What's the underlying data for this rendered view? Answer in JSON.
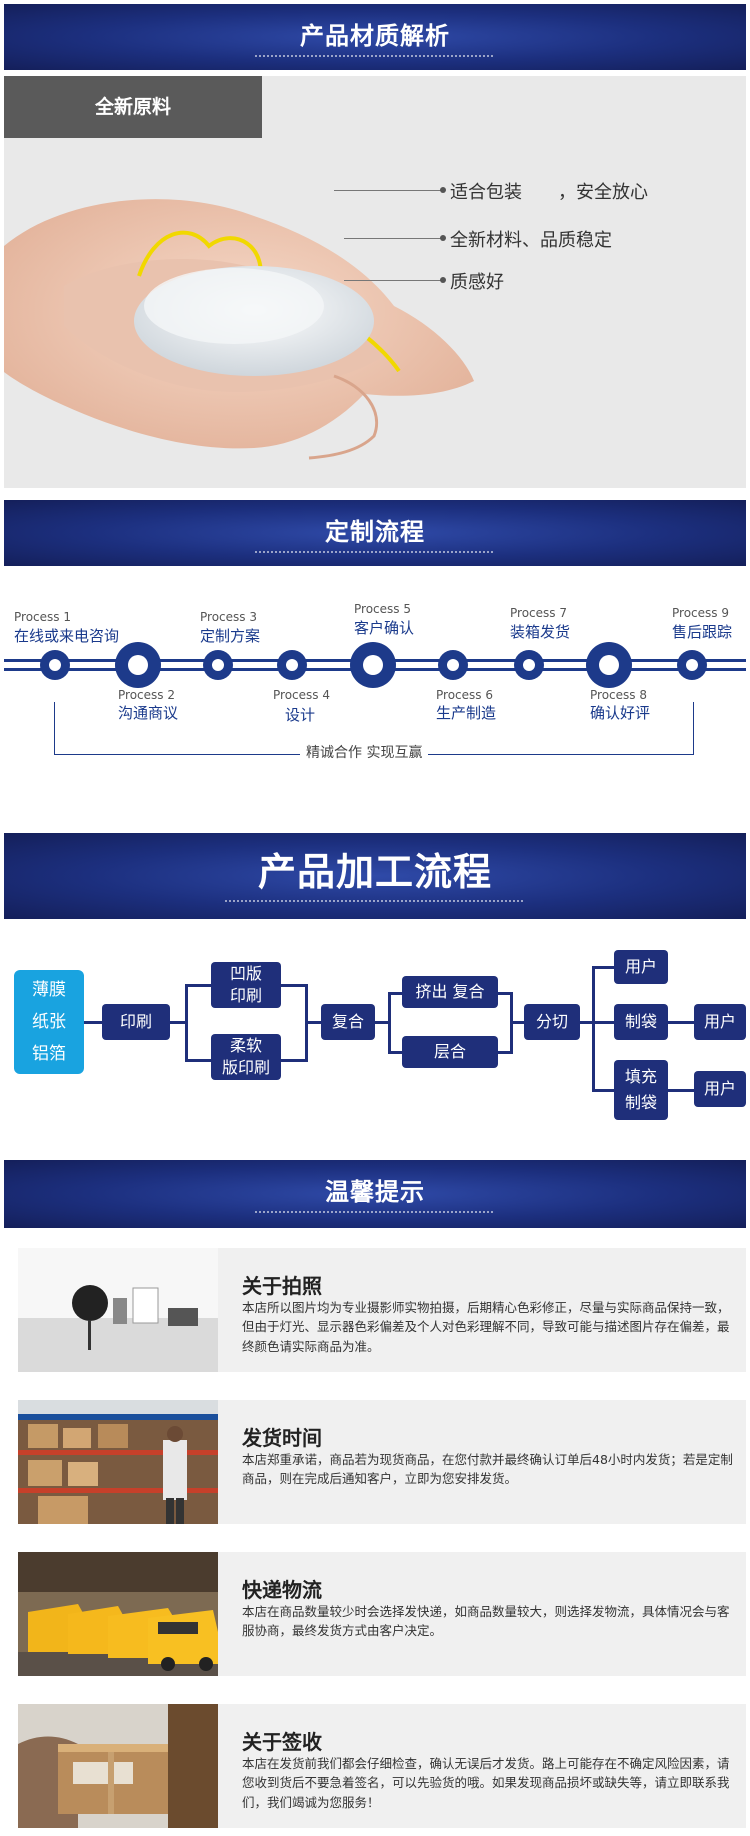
{
  "banners": {
    "material": "产品材质解析",
    "custom": "定制流程",
    "processing": "产品加工流程",
    "tips": "温馨提示"
  },
  "material": {
    "tag": "全新原料",
    "callouts": [
      "适合包装　　，安全放心",
      "全新材料、品质稳定",
      "质感好"
    ]
  },
  "custom_flow": {
    "steps": [
      {
        "num": "Process 1",
        "name": "在线或来电咨询"
      },
      {
        "num": "Process 2",
        "name": "沟通商议"
      },
      {
        "num": "Process 3",
        "name": "定制方案"
      },
      {
        "num": "Process 4",
        "name": "设计"
      },
      {
        "num": "Process 5",
        "name": "客户确认"
      },
      {
        "num": "Process 6",
        "name": "生产制造"
      },
      {
        "num": "Process 7",
        "name": "装箱发货"
      },
      {
        "num": "Process 8",
        "name": "确认好评"
      },
      {
        "num": "Process 9",
        "name": "售后跟踪"
      }
    ],
    "slogan": "精诚合作 实现互赢"
  },
  "processing": {
    "materials": [
      "薄膜",
      "纸张",
      "铝箔"
    ],
    "print": "印刷",
    "gravure": [
      "凹版",
      "印刷"
    ],
    "flexo": [
      "柔软",
      "版印刷"
    ],
    "laminate": "复合",
    "extrude": "挤出 复合",
    "layer": "层合",
    "slit": "分切",
    "user": "用户",
    "bag": "制袋",
    "fill": [
      "填充",
      "制袋"
    ]
  },
  "tips": [
    {
      "title": "关于拍照",
      "text": "本店所以图片均为专业摄影师实物拍摄，后期精心色彩修正，尽量与实际商品保持一致，但由于灯光、显示器色彩偏差及个人对色彩理解不同，导致可能与描述图片存在偏差，最终颜色请实际商品为准。"
    },
    {
      "title": "发货时间",
      "text": "本店郑重承诺，商品若为现货商品，在您付款并最终确认订单后48小时内发货；若是定制商品，则在完成后通知客户，立即为您安排发货。"
    },
    {
      "title": "快递物流",
      "text": "本店在商品数量较少时会选择发快递，如商品数量较大，则选择发物流，具体情况会与客服协商，最终发货方式由客户决定。"
    },
    {
      "title": "关于签收",
      "text": "本店在发货前我们都会仔细检查，确认无误后才发货。路上可能存在不确定风险因素，请您收到货后不要急着签名，可以先验货的哦。如果发现商品损坏或缺失等，请立即联系我们，我们竭诚为您服务！"
    }
  ],
  "colors": {
    "navy": "#1f2f7a",
    "accent_blue": "#19a3e0",
    "banner": "#1c2f7e"
  }
}
